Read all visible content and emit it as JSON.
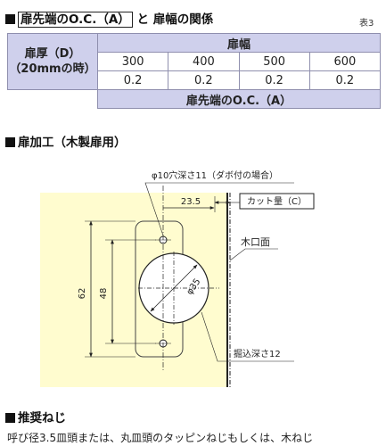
{
  "section1": {
    "title_boxed": "扉先端のO.C.（A）",
    "title_rest": "と 扉幅の関係",
    "table_ref": "表3"
  },
  "table": {
    "thickness_line1": "扉厚（D）",
    "thickness_line2": "（20mmの時）",
    "width_header": "扉幅",
    "widths": [
      "300",
      "400",
      "500",
      "600"
    ],
    "oc_values": [
      "0.2",
      "0.2",
      "0.2",
      "0.2"
    ],
    "footer": "扉先端のO.C.（A）"
  },
  "section2": {
    "title": "扉加工（木製扉用）"
  },
  "drawing": {
    "hole_label": "φ10穴深さ11（ダボ付の場合）",
    "dim_235": "23.5",
    "cut_label": "カット量（C）",
    "edge_label": "木口面",
    "dim_62": "62",
    "dim_48": "48",
    "dia_label": "φ35",
    "depth_label": "掘込深さ12"
  },
  "section3": {
    "title": "推奨ねじ",
    "body": "呼び径3.5皿頭または、丸皿頭のタッピンねじもしくは、木ねじ"
  }
}
